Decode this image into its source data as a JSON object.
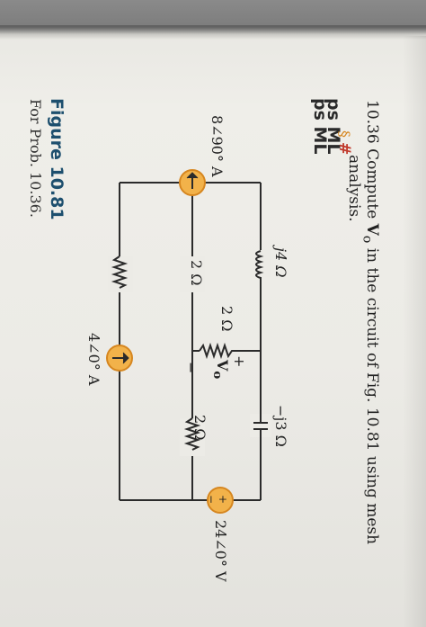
{
  "header": {
    "logo_top": "ps ML",
    "logo_bottom": "ps ML"
  },
  "problem": {
    "number": "10.36",
    "text_before": "Compute ",
    "variable": "V",
    "variable_sub": "o",
    "text_after": " in the circuit of Fig. 10.81 using mesh",
    "text_line2": "analysis."
  },
  "figure": {
    "label": "Figure 10.81",
    "caption": "For Prob. 10.36."
  },
  "circuit": {
    "source_left": "8∠90° A",
    "inductor": "j4 Ω",
    "resistor_left": "2 Ω",
    "resistor_mid": "2 Ω",
    "resistor_right": "2 Ω",
    "capacitor": "−j3 Ω",
    "source_bottom": "4∠0° A",
    "source_right": "24∠0° V",
    "vo_label": "V",
    "vo_sub": "o",
    "plus": "+",
    "minus": "−",
    "vs_plus": "+",
    "vs_minus": "−"
  },
  "colors": {
    "source_fill": "#f2b24a",
    "source_ring": "#d6861f",
    "wire": "#2b2b2b",
    "figure_label": "#1d4f6e"
  }
}
